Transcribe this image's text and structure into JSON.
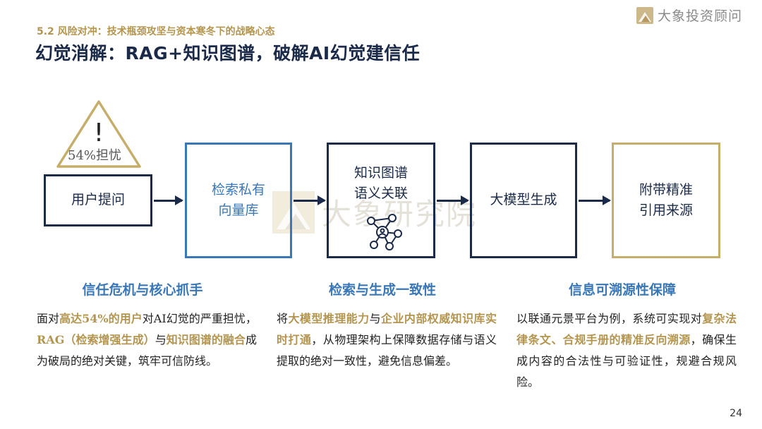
{
  "header": {
    "section": "5.2  风险对冲：技术瓶颈攻坚与资本寒冬下的战略心态",
    "title": "幻觉消解：RAG+知识图谱，破解AI幻觉建信任"
  },
  "logo": {
    "name": "大象投资顾问"
  },
  "watermark": {
    "text": "大象研究院"
  },
  "flow": {
    "warning_label": "54%担忧",
    "warning_mark": "!",
    "boxes": [
      {
        "lines": [
          "用户提问"
        ]
      },
      {
        "lines": [
          "检索私有",
          "向量库"
        ]
      },
      {
        "lines": [
          "知识图谱",
          "语义关联"
        ]
      },
      {
        "lines": [
          "大模型生成"
        ]
      },
      {
        "lines": [
          "附带精准",
          "引用来源"
        ]
      }
    ]
  },
  "columns": [
    {
      "heading": "信任危机与核心抓手",
      "parts": [
        {
          "t": "面对",
          "hl": false
        },
        {
          "t": "高达54%的用户",
          "hl": true
        },
        {
          "t": "对AI幻觉的严重担忧，",
          "hl": false
        },
        {
          "t": "RAG（检索增强生成）",
          "hl": true
        },
        {
          "t": "与",
          "hl": false
        },
        {
          "t": "知识图谱的融合",
          "hl": true
        },
        {
          "t": "成为破局的绝对关键，筑牢可信防线。",
          "hl": false
        }
      ]
    },
    {
      "heading": "检索与生成一致性",
      "parts": [
        {
          "t": "将",
          "hl": false
        },
        {
          "t": "大模型推理能力",
          "hl": true
        },
        {
          "t": "与",
          "hl": false
        },
        {
          "t": "企业内部权威知识库实时打通",
          "hl": true
        },
        {
          "t": "，从物理架构上保障数据存储与语义提取的绝对一致性，避免信息偏差。",
          "hl": false
        }
      ]
    },
    {
      "heading": "信息可溯源性保障",
      "parts": [
        {
          "t": "以联通元景平台为例，系统可实现对",
          "hl": false
        },
        {
          "t": "复杂法律条文、合规手册的精准反向溯源",
          "hl": true
        },
        {
          "t": "，确保生成内容的合法性与可验证性，规避合规风险。",
          "hl": false
        }
      ]
    }
  ],
  "page_number": "24",
  "colors": {
    "navy": "#1a2a48",
    "blue": "#3977b7",
    "gold": "#c7ad6a",
    "highlight": "#b3954f"
  }
}
